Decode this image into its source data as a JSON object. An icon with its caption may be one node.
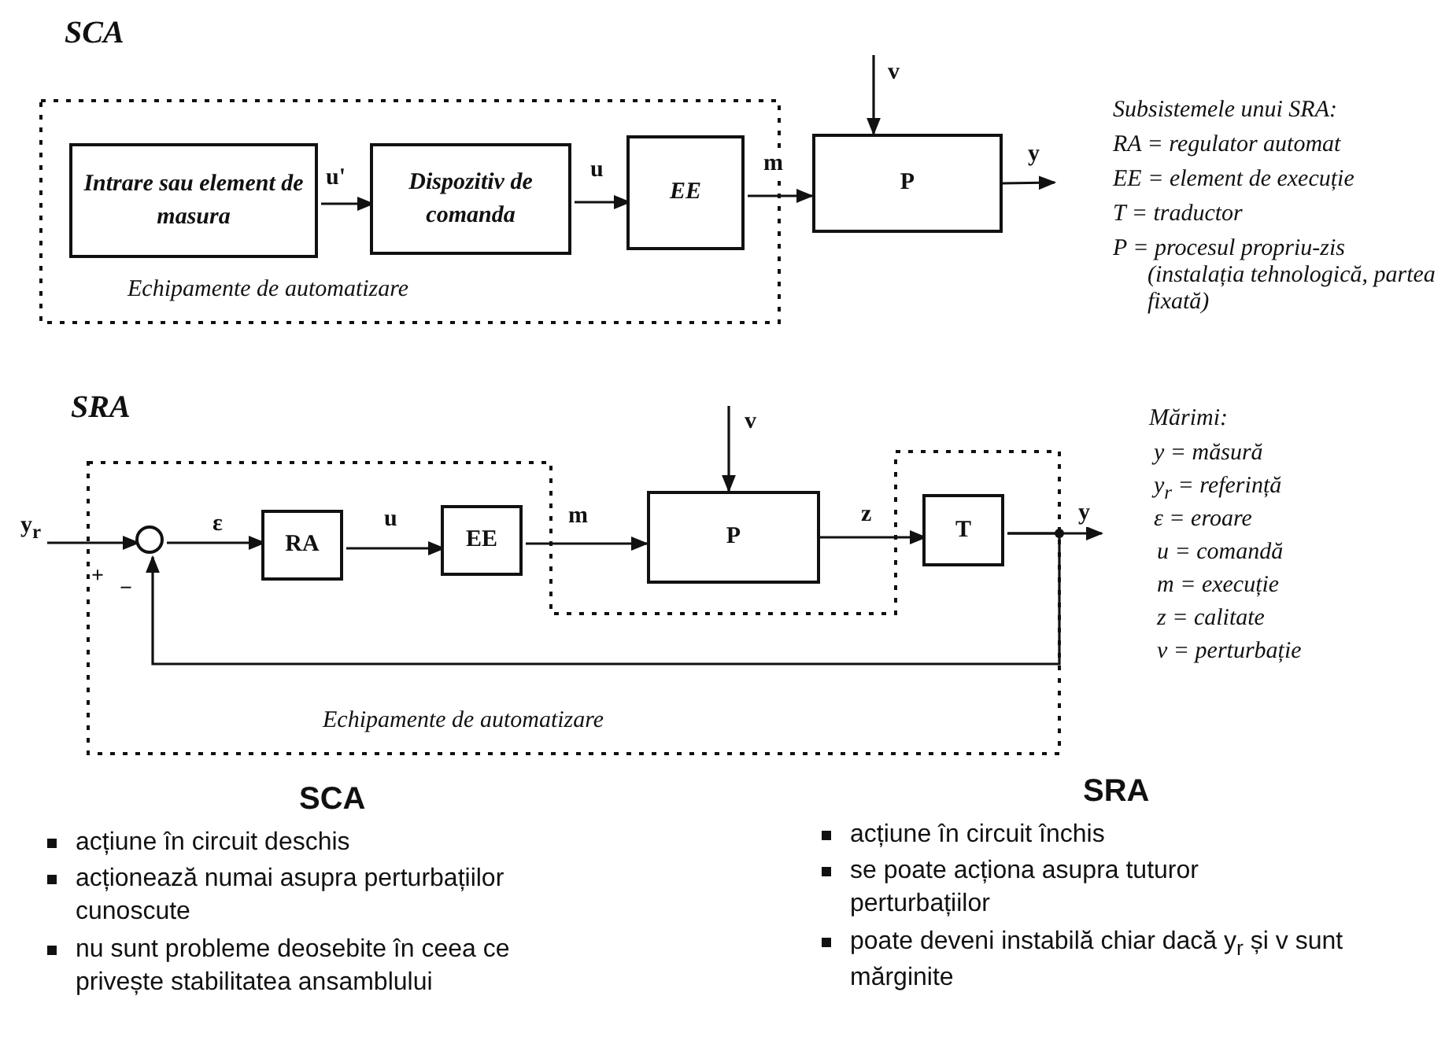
{
  "diagram": {
    "nodes": [
      {
        "text": [
          "Echipamente de automatizare"
        ]
      },
      {
        "text": [
          "Intrare sau element de masura"
        ],
        "in": 0
      },
      {
        "text": [
          "Dispozitiv de comanda"
        ],
        "in": 0
      },
      {
        "text": [
          "EE"
        ],
        "in": 0
      },
      {
        "text": [
          "P"
        ]
      },
      {
        "text": [
          "Echipamente de automatizare"
        ]
      },
      {
        "text": [],
        "shape": "circle",
        "in": 5,
        "beside": [
          "+",
          "−"
        ]
      },
      {
        "text": [
          "RA"
        ],
        "in": 5
      },
      {
        "text": [
          "EE"
        ],
        "in": 5
      },
      {
        "text": [
          "P"
        ]
      },
      {
        "text": [
          "T"
        ],
        "in": 5
      }
    ],
    "edges": [
      {
        "from": 1,
        "to": 2,
        "arrow": "to",
        "label": "u'"
      },
      {
        "from": 2,
        "to": 3,
        "arrow": "to",
        "label": "u"
      },
      {
        "from": 3,
        "to": 4,
        "arrow": "to",
        "label": "m"
      },
      {
        "from": null,
        "to": 4,
        "arrow": "to",
        "label": "v"
      },
      {
        "from": 4,
        "to": null,
        "arrow": "to",
        "label": "y"
      },
      {
        "from": null,
        "to": 6,
        "arrow": "to",
        "label": "y$_{r}$"
      },
      {
        "from": 6,
        "to": 7,
        "arrow": "to",
        "label": "ε"
      },
      {
        "from": 7,
        "to": 8,
        "arrow": "to",
        "label": "u"
      },
      {
        "from": 8,
        "to": 9,
        "arrow": "to",
        "label": "m"
      },
      {
        "from": null,
        "to": 9,
        "arrow": "to",
        "label": "v"
      },
      {
        "from": 9,
        "to": 10,
        "arrow": "to",
        "label": "z"
      },
      {
        "from": 10,
        "to": null,
        "arrow": "to",
        "label": "y"
      },
      {
        "from": 10,
        "to": 6,
        "arrow": "to"
      }
    ],
    "labels": [
      "SCA",
      "SRA",
      "Subsistemele unui SRA:",
      "RA = regulator automat",
      "EE = element de execuție",
      "T = traductor",
      "P = procesul propriu-zis (instalația tehnologică, partea fixată)",
      "Mărimi:",
      "y = măsură",
      "y$_{r}$ = referință",
      "ε = eroare",
      "u = comandă",
      "m = execuție",
      "z = calitate",
      "v = perturbație",
      "SCA",
      "acțiune în circuit deschis",
      "acționează numai asupra perturbațiilor cunoscute",
      "nu sunt probleme deosebite în ceea ce privește stabilitatea ansamblului",
      "SRA",
      "acțiune în circuit închis",
      "se poate acționa asupra tuturor perturbațiilor",
      "poate deveni instabilă chiar dacă y$_{r}$ și v sunt mărginite"
    ]
  }
}
